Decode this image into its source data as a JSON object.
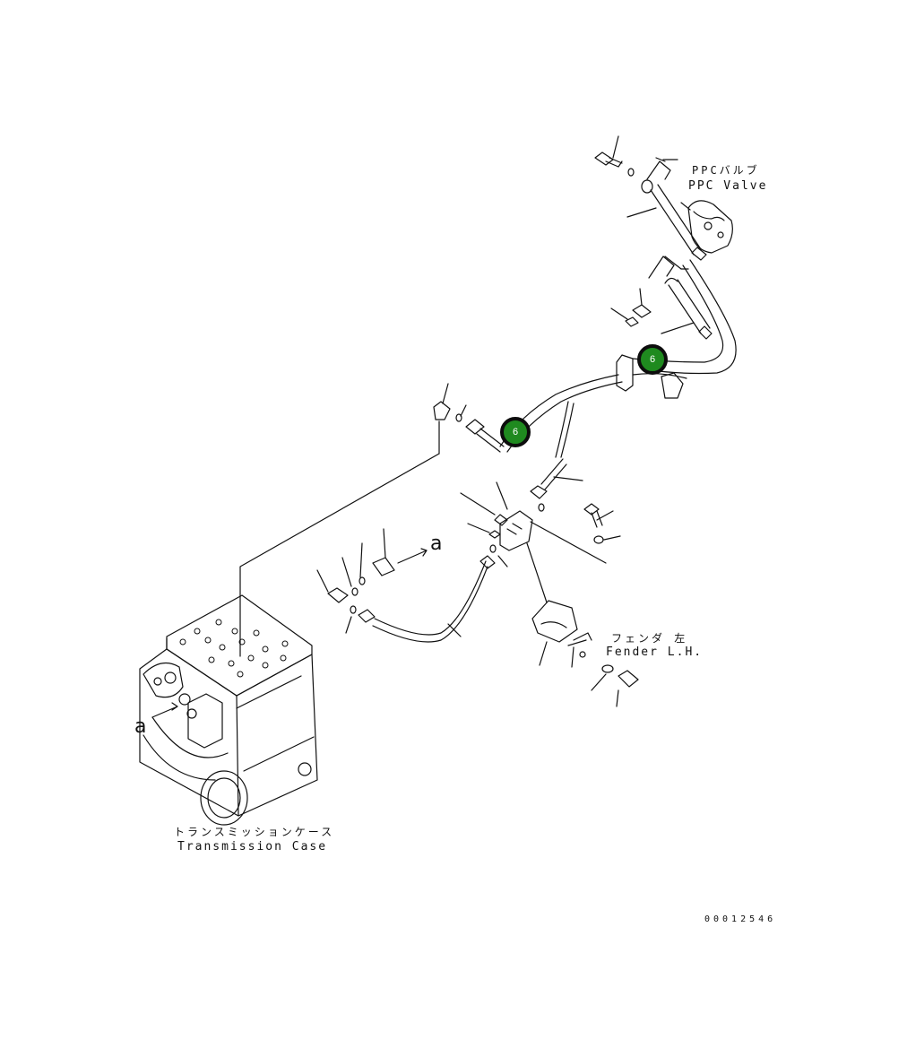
{
  "labels": {
    "ppc_jp": "PPCバルブ",
    "ppc_en": "PPC Valve",
    "fender_jp": "フェンダ 左",
    "fender_en": "Fender L.H.",
    "trans_jp": "トランスミッションケース",
    "trans_en": "Transmission Case",
    "view_a_arrow": "a",
    "view_a_case": "a",
    "drawing_code": "00012546"
  },
  "callouts": [
    {
      "number": "6"
    },
    {
      "number": "6"
    }
  ],
  "colors": {
    "callout_fill": "#1f8a1f",
    "callout_border": "#0d0d0d",
    "line": "#111111"
  }
}
